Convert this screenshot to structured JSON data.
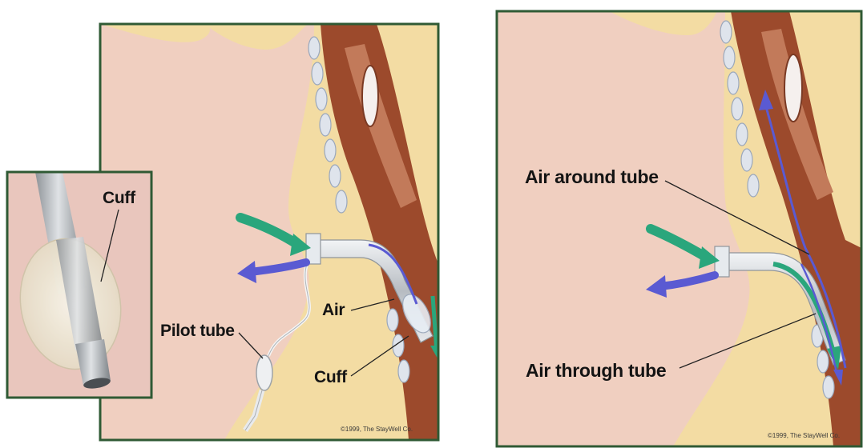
{
  "left_panel": {
    "labels": {
      "air": "Air",
      "pilot_tube": "Pilot tube",
      "cuff": "Cuff"
    },
    "copyright": "©1999, The StayWell Co."
  },
  "inset": {
    "label": "Cuff"
  },
  "right_panel": {
    "labels": {
      "air_around_tube": "Air around tube",
      "air_through_tube": "Air through tube"
    },
    "copyright": "©1999, The StayWell Co."
  },
  "colors": {
    "frame": "#2f5a34",
    "skin": "#f0cfc0",
    "tissue_yellow": "#f3dca3",
    "airway_brown": "#9c4a2c",
    "inflow_arrow": "#2aa67c",
    "outflow_arrow": "#5a5ad2",
    "tube": "#c9cdd2"
  }
}
